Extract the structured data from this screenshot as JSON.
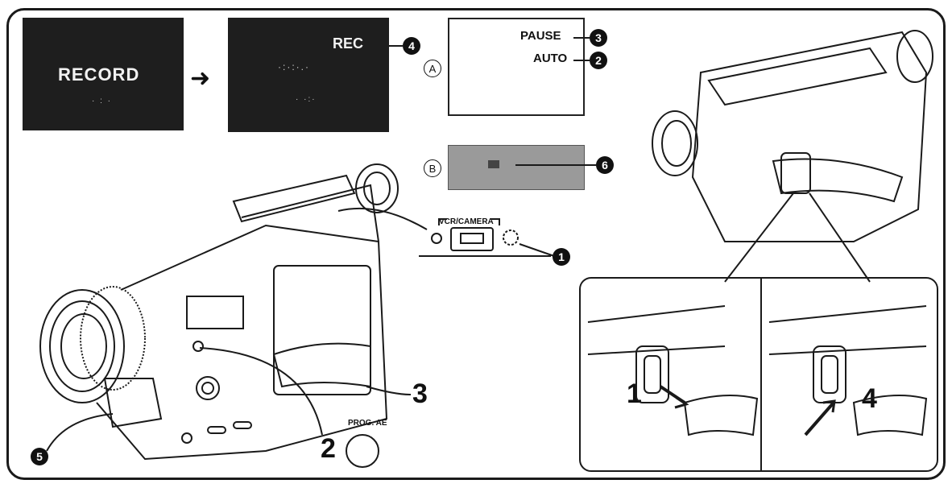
{
  "screens": {
    "record_text": "RECORD",
    "rec_text": "REC"
  },
  "screen_a": {
    "letter": "A",
    "pause_label": "PAUSE",
    "auto_label": "AUTO"
  },
  "screen_b": {
    "letter": "B"
  },
  "callouts": {
    "n1": "1",
    "n2": "2",
    "n3": "3",
    "n4": "4",
    "n5": "5",
    "n6": "6"
  },
  "switch": {
    "label": "VCR/CAMERA"
  },
  "camcorder": {
    "prog_ae_label": "PROG. AE",
    "big_2": "2",
    "big_3": "3"
  },
  "inset": {
    "step_1": "1",
    "step_4": "4"
  }
}
